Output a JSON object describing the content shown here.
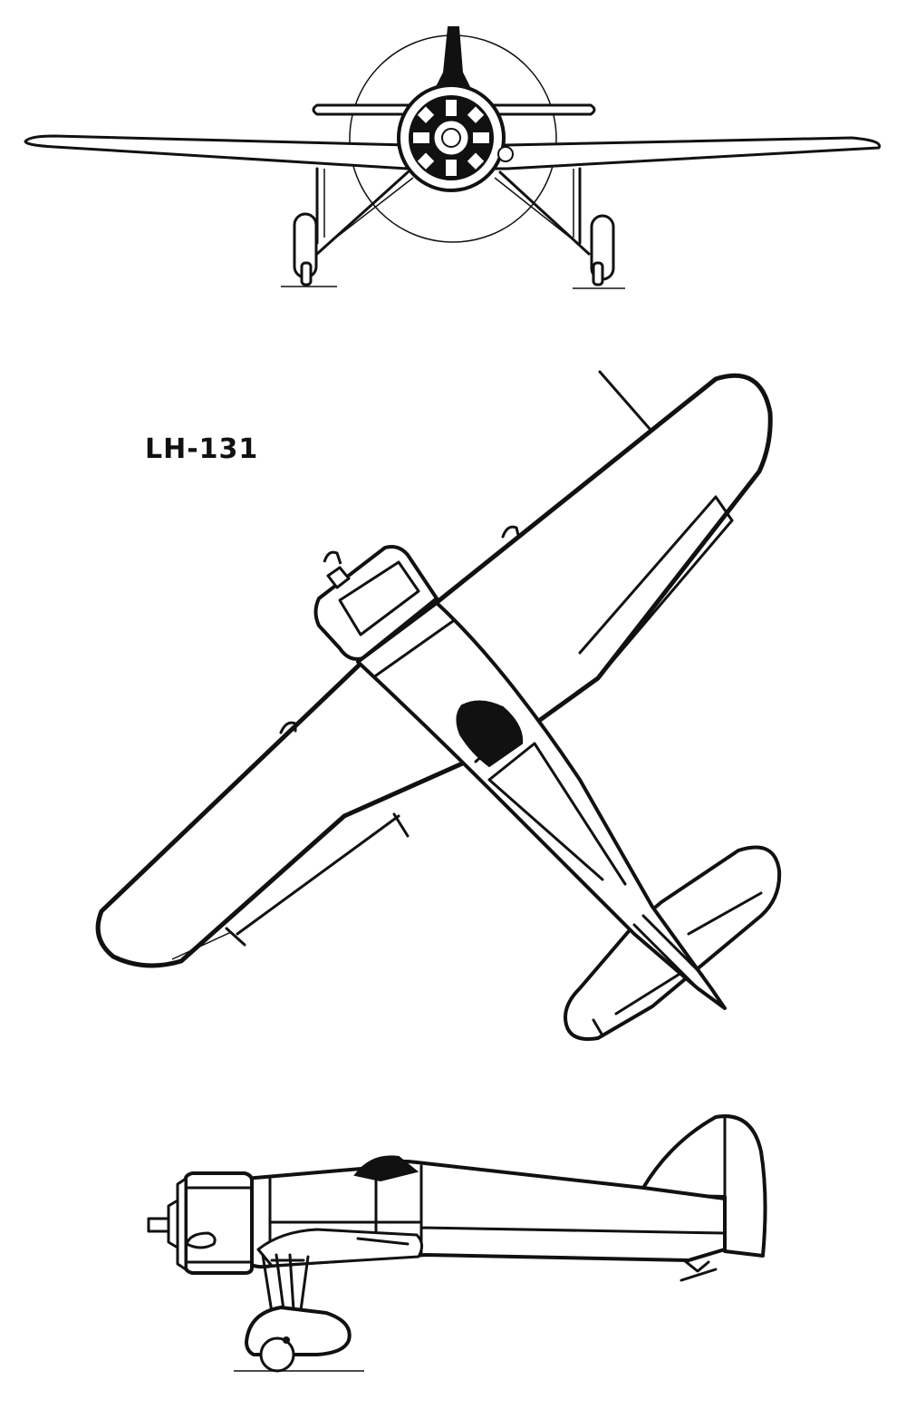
{
  "diagram": {
    "label": "LH-131",
    "views": [
      "front-view",
      "top-view",
      "side-view"
    ],
    "colors": {
      "ink": "#111111",
      "paper": "#ffffff"
    }
  }
}
